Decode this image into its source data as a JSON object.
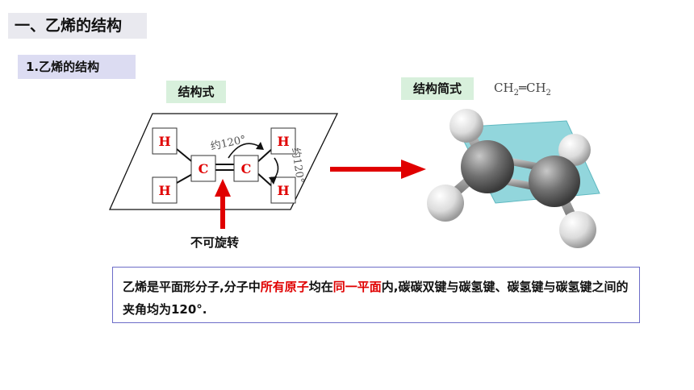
{
  "heading": {
    "title": "一、乙烯的结构",
    "subtitle": "1.乙烯的结构"
  },
  "labels": {
    "structural_formula": "结构式",
    "simplified_formula": "结构简式",
    "no_rotation": "不可旋转"
  },
  "formula": {
    "part1": "CH",
    "sub1": "2",
    "bond": "═",
    "part2": "CH",
    "sub2": "2"
  },
  "diagram": {
    "atoms": [
      "H",
      "H",
      "C",
      "C",
      "H",
      "H"
    ],
    "angle_label_1": "约120°",
    "angle_label_2": "约120°"
  },
  "description": {
    "part1": "乙烯是平面形分子,分子中",
    "hl1": "所有原子",
    "part2": "均在",
    "hl2": "同一平面",
    "part3": "内,碳碳双键与碳氢键、碳氢键与碳氢键之间的夹角均为120°."
  },
  "colors": {
    "accent_red": "#e00000",
    "plane_teal": "#7fcfd6",
    "box_border": "#6c6cc8"
  }
}
